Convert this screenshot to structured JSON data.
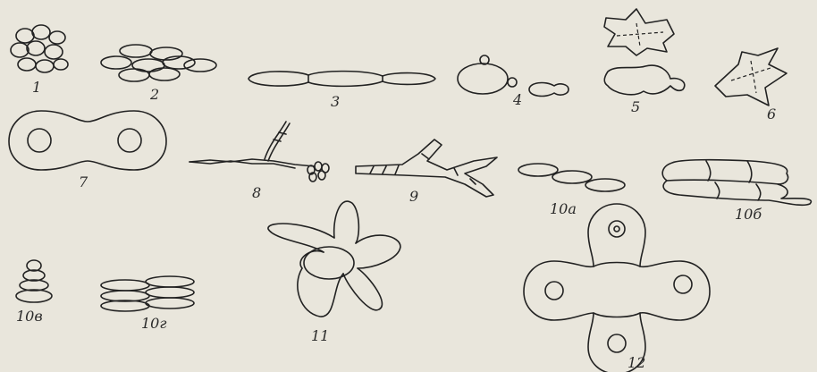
{
  "figures": [
    {
      "id": "1",
      "label": "1"
    },
    {
      "id": "2",
      "label": "2"
    },
    {
      "id": "3",
      "label": "3"
    },
    {
      "id": "4",
      "label": "4"
    },
    {
      "id": "5",
      "label": "5"
    },
    {
      "id": "6",
      "label": "6"
    },
    {
      "id": "7",
      "label": "7"
    },
    {
      "id": "8",
      "label": "8"
    },
    {
      "id": "9",
      "label": "9"
    },
    {
      "id": "10a",
      "label": "10a"
    },
    {
      "id": "10b",
      "label": "10б"
    },
    {
      "id": "10v",
      "label": "10в"
    },
    {
      "id": "10g",
      "label": "10г"
    },
    {
      "id": "11",
      "label": "11"
    },
    {
      "id": "12",
      "label": "12"
    }
  ],
  "colors": {
    "ink": "#222222",
    "paper": "#e9e6dc"
  }
}
